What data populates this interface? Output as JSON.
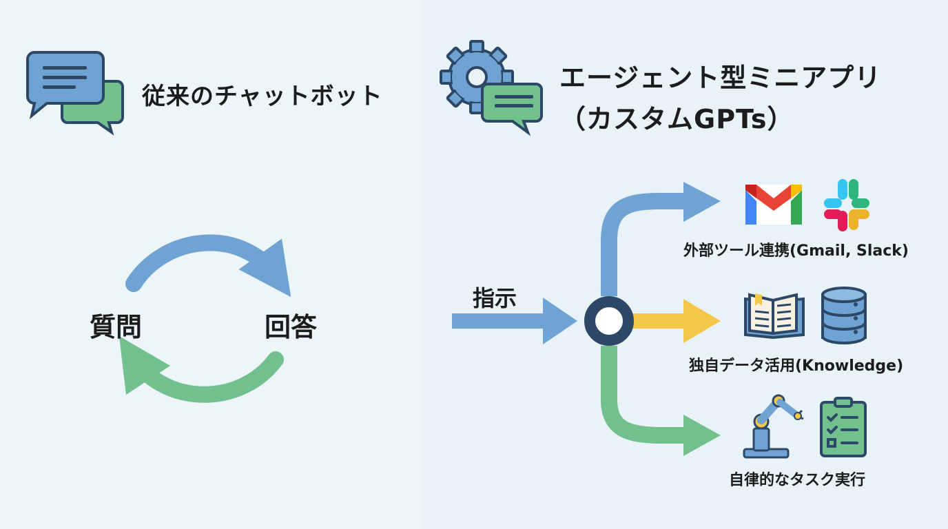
{
  "left_panel": {
    "title": "従来のチャットボット",
    "icon": "chat-bubbles-icon",
    "cycle": {
      "node_question": "質問",
      "node_answer": "回答"
    }
  },
  "right_panel": {
    "title_line1": "エージェント型ミニアプリ",
    "title_line2": "（カスタムGPTs）",
    "icon": "gear-chat-icon",
    "input_label": "指示",
    "branches": [
      {
        "label": "外部ツール連携(Gmail, Slack)",
        "icons": [
          "gmail-icon",
          "slack-icon"
        ],
        "color": "#6fa3d4"
      },
      {
        "label": "独自データ活用(Knowledge)",
        "icons": [
          "book-icon",
          "database-icon"
        ],
        "color": "#f3c84a"
      },
      {
        "label": "自律的なタスク実行",
        "icons": [
          "robot-arm-icon",
          "checklist-icon"
        ],
        "color": "#73c08f"
      }
    ]
  },
  "colors": {
    "blue": "#6fa3d4",
    "green": "#73c08f",
    "yellow": "#f3c84a",
    "navy": "#2d4866"
  }
}
